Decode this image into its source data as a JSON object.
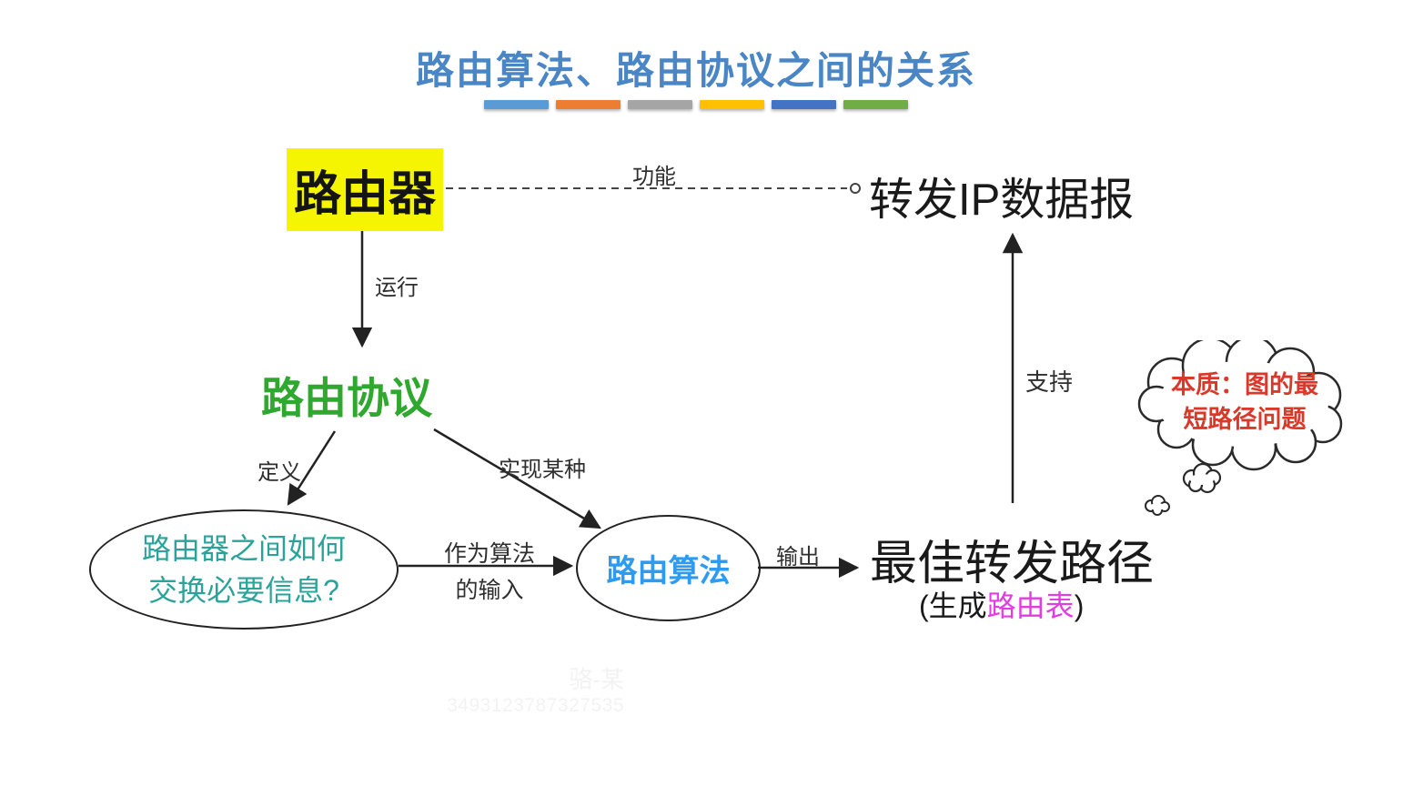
{
  "title": "路由算法、路由协议之间的关系",
  "colors": {
    "title": "#4a86c5",
    "bars": [
      "#5B9BD5",
      "#ED7D31",
      "#A5A5A5",
      "#FFC000",
      "#4472C4",
      "#70AD47"
    ],
    "router_bg": "#F5F502",
    "protocol_text": "#2EA82E",
    "question_text": "#2BA39B",
    "algorithm_text": "#2E9BF0",
    "routing_table_text": "#E33CE3",
    "cloud_text": "#D9392B"
  },
  "nodes": {
    "router": "路由器",
    "forward": "转发IP数据报",
    "protocol": "路由协议",
    "question_line1": "路由器之间如何",
    "question_line2": "交换必要信息?",
    "algorithm": "路由算法",
    "best_path": "最佳转发路径",
    "best_path_sub_prefix": "(生成",
    "best_path_sub_table": "路由表",
    "best_path_sub_suffix": ")"
  },
  "edges": {
    "function": "功能",
    "run": "运行",
    "define": "定义",
    "implement": "实现某种",
    "input_line1": "作为算法",
    "input_line2": "的输入",
    "output": "输出",
    "support": "支持"
  },
  "cloud": {
    "line1": "本质：图的最",
    "line2": "短路径问题"
  },
  "watermark": {
    "line1": "骆-某",
    "line2": "3493123787327535"
  }
}
